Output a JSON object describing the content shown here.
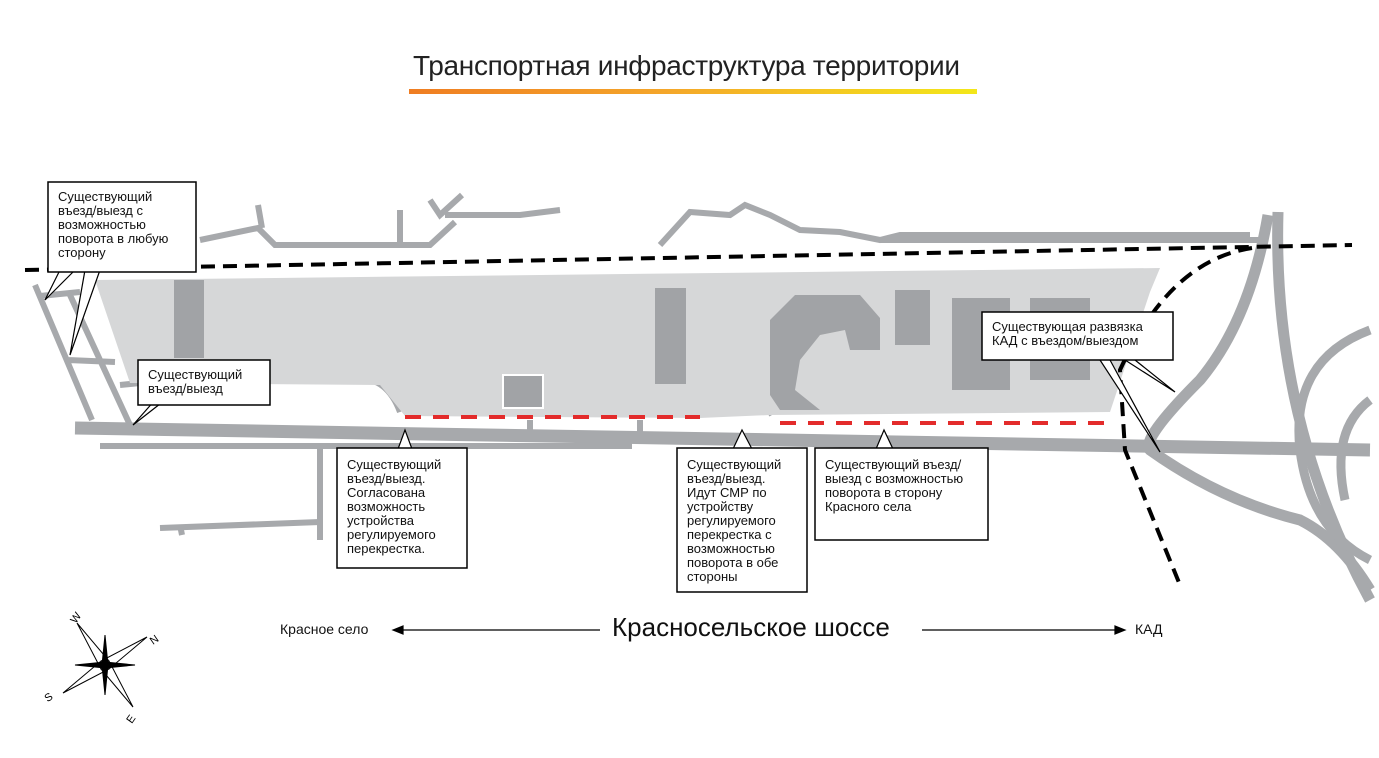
{
  "title": "Транспортная инфраструктура территории",
  "callouts": {
    "nw_exit": "Существующий въезд/выезд с возможностью поворота в любую сторону",
    "west_exit": "Существующий въезд/выезд",
    "agreed_exit": "Существующий въезд/выезд. Согласована возможность устройства регулируемого перекрестка.",
    "smr_exit": "Существующий въезд/выезд. Идут СМР по устройству регулируемого перекрестка с возможностью поворота в обе стороны",
    "turn_exit": "Существующий въезд/выезд с возможностью поворота в сторону Красного села",
    "kad_junction": "Существующая развязка КАД с въездом/выездом"
  },
  "road": {
    "name": "Красносельское шоссе",
    "left_direction": "Красное село",
    "right_direction": "КАД"
  },
  "compass": {
    "n": "N",
    "s": "S",
    "e": "E",
    "w": "W"
  },
  "colors": {
    "site": "#d6d7d8",
    "building": "#a1a3a6",
    "road": "#a7a9ac",
    "planned": "#e32b2b"
  }
}
